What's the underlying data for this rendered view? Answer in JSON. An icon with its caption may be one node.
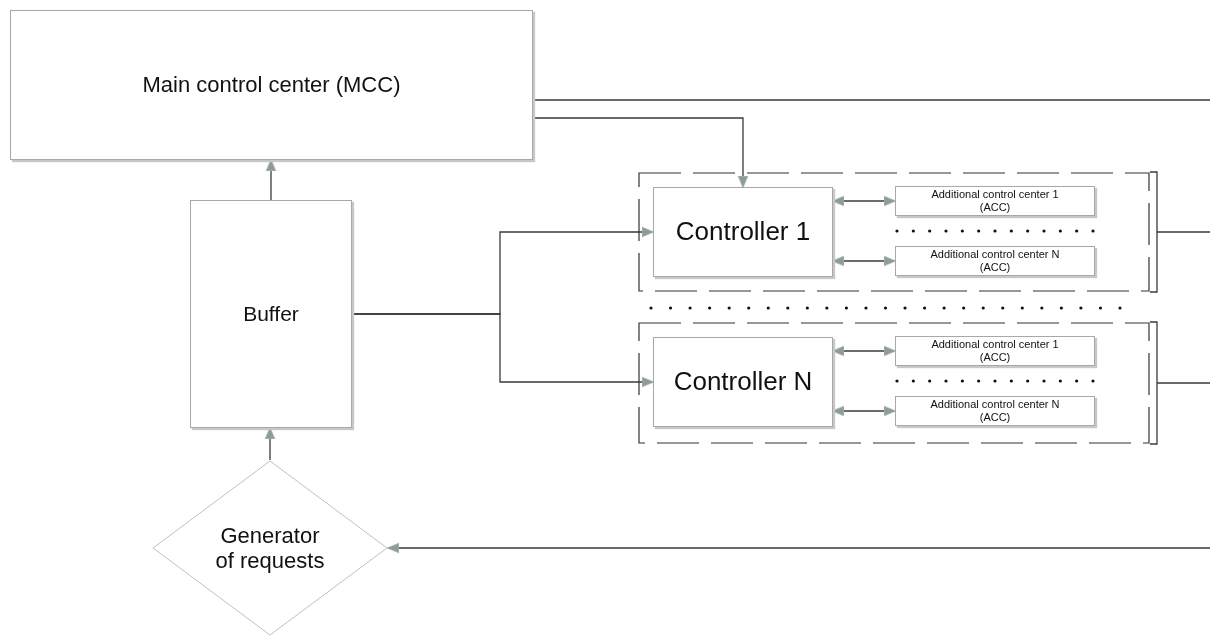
{
  "diagram": {
    "nodes": [
      {
        "text": [
          "Main control center (MCC)"
        ]
      },
      {
        "text": [
          "Buffer"
        ]
      },
      {
        "text": [],
        "shape": "box"
      },
      {
        "text": [
          "Controller 1"
        ],
        "in": 2
      },
      {
        "text": [
          "Additional control center 1 (ACC)"
        ],
        "in": 2
      },
      {
        "text": [
          "Additional control center N (ACC)"
        ],
        "in": 2
      },
      {
        "text": [],
        "shape": "box"
      },
      {
        "text": [
          "Controller N"
        ],
        "in": 6
      },
      {
        "text": [
          "Additional control center 1 (ACC)"
        ],
        "in": 6
      },
      {
        "text": [
          "Additional control center N (ACC)"
        ],
        "in": 6
      },
      {
        "text": [
          "Generator of requests"
        ]
      }
    ],
    "edges": [
      {
        "from": 10,
        "to": 1,
        "arrow": "to"
      },
      {
        "from": 1,
        "to": 0,
        "arrow": "to"
      },
      {
        "from": 0,
        "to": 3,
        "arrow": "to"
      },
      {
        "from": 1,
        "to": 3,
        "arrow": "to"
      },
      {
        "from": 1,
        "to": 7,
        "arrow": "to"
      },
      {
        "from": 3,
        "to": 4,
        "arrow": "both"
      },
      {
        "from": 3,
        "to": 5,
        "arrow": "both"
      },
      {
        "from": 7,
        "to": 8,
        "arrow": "both"
      },
      {
        "from": 7,
        "to": 9,
        "arrow": "both"
      },
      {
        "from": 0,
        "to": null,
        "arrow": "none"
      },
      {
        "from": 2,
        "to": null,
        "arrow": "none"
      },
      {
        "from": 6,
        "to": null,
        "arrow": "none"
      },
      {
        "from": null,
        "to": 10,
        "arrow": "to"
      }
    ]
  }
}
